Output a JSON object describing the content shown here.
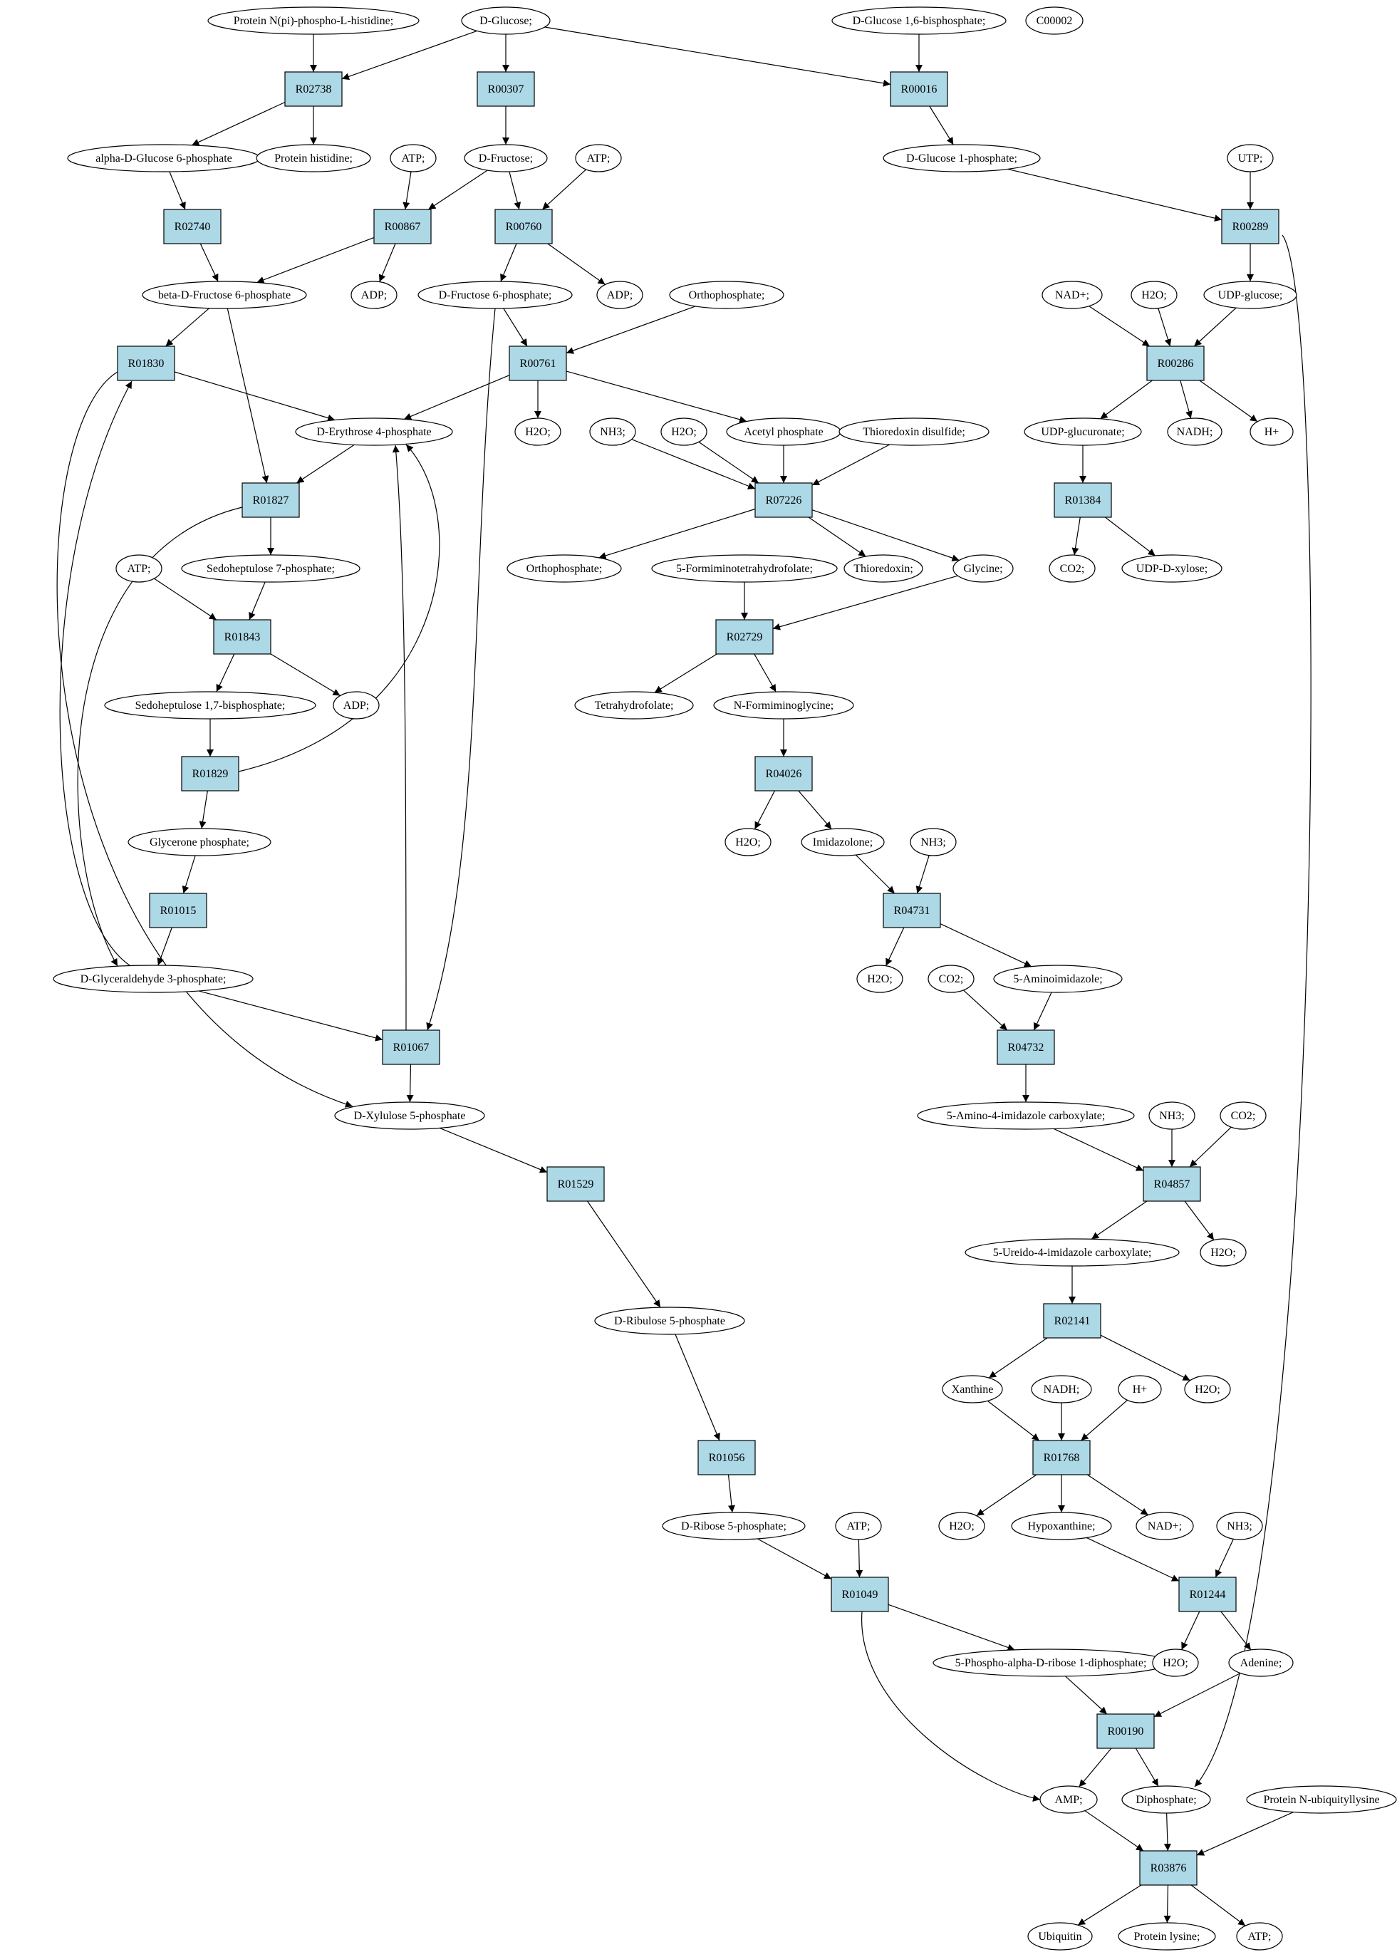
{
  "colors": {
    "reaction_fill": "#add8e6",
    "highlight_fill": "#00ff00",
    "query_fill": "#ffff00",
    "metabolite_fill": "#ffffff"
  },
  "nodes": [
    {
      "id": "m_protein_n_pi",
      "label": "Protein N(pi)-phospho-L-histidine;",
      "kind": "metabolite"
    },
    {
      "id": "m_d_glucose",
      "label": "D-Glucose;",
      "kind": "metabolite",
      "fill": "#00ff00"
    },
    {
      "id": "m_d_glucose_16bp",
      "label": "D-Glucose 1,6-bisphosphate;",
      "kind": "metabolite"
    },
    {
      "id": "m_c00002",
      "label": "C00002",
      "kind": "metabolite",
      "fill": "#ffff00"
    },
    {
      "id": "r_R02738",
      "label": "R02738",
      "kind": "reaction"
    },
    {
      "id": "r_R00307",
      "label": "R00307",
      "kind": "reaction"
    },
    {
      "id": "r_R00016",
      "label": "R00016",
      "kind": "reaction"
    },
    {
      "id": "m_ad_glucose_6p",
      "label": "alpha-D-Glucose 6-phosphate",
      "kind": "metabolite"
    },
    {
      "id": "m_protein_histidine",
      "label": "Protein histidine;",
      "kind": "metabolite"
    },
    {
      "id": "m_atp_1",
      "label": "ATP;",
      "kind": "metabolite"
    },
    {
      "id": "m_d_fructose",
      "label": "D-Fructose;",
      "kind": "metabolite"
    },
    {
      "id": "m_atp_2",
      "label": "ATP;",
      "kind": "metabolite"
    },
    {
      "id": "m_d_glucose_1p",
      "label": "D-Glucose 1-phosphate;",
      "kind": "metabolite"
    },
    {
      "id": "m_utp",
      "label": "UTP;",
      "kind": "metabolite"
    },
    {
      "id": "r_R02740",
      "label": "R02740",
      "kind": "reaction"
    },
    {
      "id": "r_R00867",
      "label": "R00867",
      "kind": "reaction"
    },
    {
      "id": "r_R00760",
      "label": "R00760",
      "kind": "reaction"
    },
    {
      "id": "r_R00289",
      "label": "R00289",
      "kind": "reaction"
    },
    {
      "id": "m_bd_fructose_6p",
      "label": "beta-D-Fructose 6-phosphate",
      "kind": "metabolite"
    },
    {
      "id": "m_adp_1",
      "label": "ADP;",
      "kind": "metabolite"
    },
    {
      "id": "m_d_fructose_6p",
      "label": "D-Fructose 6-phosphate;",
      "kind": "metabolite"
    },
    {
      "id": "m_adp_2",
      "label": "ADP;",
      "kind": "metabolite"
    },
    {
      "id": "m_orthophosphate_1",
      "label": "Orthophosphate;",
      "kind": "metabolite"
    },
    {
      "id": "m_nad_plus_1",
      "label": "NAD+;",
      "kind": "metabolite"
    },
    {
      "id": "m_h2o_1",
      "label": "H2O;",
      "kind": "metabolite"
    },
    {
      "id": "m_udp_glucose",
      "label": "UDP-glucose;",
      "kind": "metabolite"
    },
    {
      "id": "r_R01830",
      "label": "R01830",
      "kind": "reaction"
    },
    {
      "id": "r_R00761",
      "label": "R00761",
      "kind": "reaction"
    },
    {
      "id": "r_R00286",
      "label": "R00286",
      "kind": "reaction"
    },
    {
      "id": "m_d_erythrose_4p",
      "label": "D-Erythrose 4-phosphate",
      "kind": "metabolite"
    },
    {
      "id": "m_h2o_2",
      "label": "H2O;",
      "kind": "metabolite"
    },
    {
      "id": "m_nh3_1",
      "label": "NH3;",
      "kind": "metabolite"
    },
    {
      "id": "m_h2o_3",
      "label": "H2O;",
      "kind": "metabolite"
    },
    {
      "id": "m_acetyl_phosphate",
      "label": "Acetyl phosphate",
      "kind": "metabolite"
    },
    {
      "id": "m_thioredoxin_disulfide",
      "label": "Thioredoxin disulfide;",
      "kind": "metabolite"
    },
    {
      "id": "m_udp_glucuronate",
      "label": "UDP-glucuronate;",
      "kind": "metabolite"
    },
    {
      "id": "m_nadh_1",
      "label": "NADH;",
      "kind": "metabolite"
    },
    {
      "id": "m_h_plus_1",
      "label": "H+",
      "kind": "metabolite"
    },
    {
      "id": "r_R01827",
      "label": "R01827",
      "kind": "reaction"
    },
    {
      "id": "r_R07226",
      "label": "R07226",
      "kind": "reaction"
    },
    {
      "id": "r_R01384",
      "label": "R01384",
      "kind": "reaction"
    },
    {
      "id": "m_atp_3",
      "label": "ATP;",
      "kind": "metabolite"
    },
    {
      "id": "m_sedoheptulose_7p",
      "label": "Sedoheptulose 7-phosphate;",
      "kind": "metabolite"
    },
    {
      "id": "m_orthophosphate_2",
      "label": "Orthophosphate;",
      "kind": "metabolite"
    },
    {
      "id": "m_5_formiminothf",
      "label": "5-Formiminotetrahydrofolate;",
      "kind": "metabolite"
    },
    {
      "id": "m_thioredoxin",
      "label": "Thioredoxin;",
      "kind": "metabolite"
    },
    {
      "id": "m_glycine",
      "label": "Glycine;",
      "kind": "metabolite"
    },
    {
      "id": "m_co2_1",
      "label": "CO2;",
      "kind": "metabolite"
    },
    {
      "id": "m_udp_d_xylose",
      "label": "UDP-D-xylose;",
      "kind": "metabolite"
    },
    {
      "id": "r_R01843",
      "label": "R01843",
      "kind": "reaction"
    },
    {
      "id": "r_R02729",
      "label": "R02729",
      "kind": "reaction"
    },
    {
      "id": "m_sedoheptulose_17bp",
      "label": "Sedoheptulose 1,7-bisphosphate;",
      "kind": "metabolite"
    },
    {
      "id": "m_adp_3",
      "label": "ADP;",
      "kind": "metabolite"
    },
    {
      "id": "m_tetrahydrofolate",
      "label": "Tetrahydrofolate;",
      "kind": "metabolite"
    },
    {
      "id": "m_n_formiminoglycine",
      "label": "N-Formiminoglycine;",
      "kind": "metabolite"
    },
    {
      "id": "r_R01829",
      "label": "R01829",
      "kind": "reaction"
    },
    {
      "id": "r_R04026",
      "label": "R04026",
      "kind": "reaction"
    },
    {
      "id": "m_glycerone_phosphate",
      "label": "Glycerone phosphate;",
      "kind": "metabolite"
    },
    {
      "id": "m_h2o_4",
      "label": "H2O;",
      "kind": "metabolite"
    },
    {
      "id": "m_imidazolone",
      "label": "Imidazolone;",
      "kind": "metabolite"
    },
    {
      "id": "m_nh3_2",
      "label": "NH3;",
      "kind": "metabolite"
    },
    {
      "id": "r_R01015",
      "label": "R01015",
      "kind": "reaction"
    },
    {
      "id": "r_R04731",
      "label": "R04731",
      "kind": "reaction"
    },
    {
      "id": "m_d_glyceraldehyde_3p",
      "label": "D-Glyceraldehyde 3-phosphate;",
      "kind": "metabolite"
    },
    {
      "id": "m_h2o_5",
      "label": "H2O;",
      "kind": "metabolite"
    },
    {
      "id": "m_co2_2",
      "label": "CO2;",
      "kind": "metabolite"
    },
    {
      "id": "m_5_aminoimidazole",
      "label": "5-Aminoimidazole;",
      "kind": "metabolite"
    },
    {
      "id": "r_R01067",
      "label": "R01067",
      "kind": "reaction"
    },
    {
      "id": "r_R04732",
      "label": "R04732",
      "kind": "reaction"
    },
    {
      "id": "m_d_xylulose_5p",
      "label": "D-Xylulose 5-phosphate",
      "kind": "metabolite"
    },
    {
      "id": "m_5_amino_4_imid_carb",
      "label": "5-Amino-4-imidazole carboxylate;",
      "kind": "metabolite"
    },
    {
      "id": "m_nh3_3",
      "label": "NH3;",
      "kind": "metabolite"
    },
    {
      "id": "m_co2_3",
      "label": "CO2;",
      "kind": "metabolite"
    },
    {
      "id": "r_R01529",
      "label": "R01529",
      "kind": "reaction"
    },
    {
      "id": "r_R04857",
      "label": "R04857",
      "kind": "reaction"
    },
    {
      "id": "m_5_ureido_4_imid_carb",
      "label": "5-Ureido-4-imidazole carboxylate;",
      "kind": "metabolite"
    },
    {
      "id": "m_h2o_6",
      "label": "H2O;",
      "kind": "metabolite"
    },
    {
      "id": "m_d_ribulose_5p",
      "label": "D-Ribulose 5-phosphate",
      "kind": "metabolite"
    },
    {
      "id": "r_R02141",
      "label": "R02141",
      "kind": "reaction"
    },
    {
      "id": "m_xanthine",
      "label": "Xanthine",
      "kind": "metabolite"
    },
    {
      "id": "m_nadh_2",
      "label": "NADH;",
      "kind": "metabolite"
    },
    {
      "id": "m_h_plus_2",
      "label": "H+",
      "kind": "metabolite"
    },
    {
      "id": "m_h2o_7",
      "label": "H2O;",
      "kind": "metabolite"
    },
    {
      "id": "r_R01056",
      "label": "R01056",
      "kind": "reaction"
    },
    {
      "id": "r_R01768",
      "label": "R01768",
      "kind": "reaction"
    },
    {
      "id": "m_d_ribose_5p",
      "label": "D-Ribose 5-phosphate;",
      "kind": "metabolite"
    },
    {
      "id": "m_atp_4",
      "label": "ATP;",
      "kind": "metabolite"
    },
    {
      "id": "m_h2o_8",
      "label": "H2O;",
      "kind": "metabolite"
    },
    {
      "id": "m_hypoxanthine",
      "label": "Hypoxanthine;",
      "kind": "metabolite"
    },
    {
      "id": "m_nad_plus_2",
      "label": "NAD+;",
      "kind": "metabolite"
    },
    {
      "id": "m_nh3_4",
      "label": "NH3;",
      "kind": "metabolite"
    },
    {
      "id": "r_R01049",
      "label": "R01049",
      "kind": "reaction"
    },
    {
      "id": "r_R01244",
      "label": "R01244",
      "kind": "reaction"
    },
    {
      "id": "m_5_phospho_ribose_dp",
      "label": "5-Phospho-alpha-D-ribose 1-diphosphate;",
      "kind": "metabolite"
    },
    {
      "id": "m_h2o_9",
      "label": "H2O;",
      "kind": "metabolite"
    },
    {
      "id": "m_adenine",
      "label": "Adenine;",
      "kind": "metabolite"
    },
    {
      "id": "r_R00190",
      "label": "R00190",
      "kind": "reaction"
    },
    {
      "id": "m_amp",
      "label": "AMP;",
      "kind": "metabolite"
    },
    {
      "id": "m_diphosphate",
      "label": "Diphosphate;",
      "kind": "metabolite"
    },
    {
      "id": "m_protein_n_ubiq",
      "label": "Protein N-ubiquityllysine",
      "kind": "metabolite"
    },
    {
      "id": "r_R03876",
      "label": "R03876",
      "kind": "reaction"
    },
    {
      "id": "m_ubiquitin",
      "label": "Ubiquitin",
      "kind": "metabolite"
    },
    {
      "id": "m_protein_lysine",
      "label": "Protein lysine;",
      "kind": "metabolite"
    },
    {
      "id": "m_atp_5",
      "label": "ATP;",
      "kind": "metabolite"
    }
  ],
  "edges": [
    [
      "m_protein_n_pi",
      "r_R02738"
    ],
    [
      "m_d_glucose",
      "r_R02738"
    ],
    [
      "m_d_glucose",
      "r_R00307"
    ],
    [
      "m_d_glucose",
      "r_R00016"
    ],
    [
      "m_d_glucose_16bp",
      "r_R00016"
    ],
    [
      "r_R02738",
      "m_ad_glucose_6p"
    ],
    [
      "r_R02738",
      "m_protein_histidine"
    ],
    [
      "r_R00307",
      "m_d_fructose"
    ],
    [
      "r_R00016",
      "m_d_glucose_1p"
    ],
    [
      "m_ad_glucose_6p",
      "r_R02740"
    ],
    [
      "m_atp_1",
      "r_R00867"
    ],
    [
      "m_d_fructose",
      "r_R00867"
    ],
    [
      "m_d_fructose",
      "r_R00760"
    ],
    [
      "m_atp_2",
      "r_R00760"
    ],
    [
      "m_d_glucose_1p",
      "r_R00289"
    ],
    [
      "m_utp",
      "r_R00289"
    ],
    [
      "r_R02740",
      "m_bd_fructose_6p"
    ],
    [
      "r_R00867",
      "m_bd_fructose_6p"
    ],
    [
      "r_R00867",
      "m_adp_1"
    ],
    [
      "r_R00760",
      "m_d_fructose_6p"
    ],
    [
      "r_R00760",
      "m_adp_2"
    ],
    [
      "r_R00289",
      "m_udp_glucose"
    ],
    [
      "r_R00289",
      "m_diphosphate"
    ],
    [
      "m_bd_fructose_6p",
      "r_R01830"
    ],
    [
      "m_bd_fructose_6p",
      "r_R01827"
    ],
    [
      "m_d_fructose_6p",
      "r_R00761"
    ],
    [
      "m_d_fructose_6p",
      "r_R01067"
    ],
    [
      "m_orthophosphate_1",
      "r_R00761"
    ],
    [
      "m_nad_plus_1",
      "r_R00286"
    ],
    [
      "m_h2o_1",
      "r_R00286"
    ],
    [
      "m_udp_glucose",
      "r_R00286"
    ],
    [
      "r_R01830",
      "m_d_erythrose_4p"
    ],
    [
      "r_R01830",
      "m_d_xylulose_5p"
    ],
    [
      "r_R00761",
      "m_d_erythrose_4p"
    ],
    [
      "r_R00761",
      "m_h2o_2"
    ],
    [
      "r_R00761",
      "m_acetyl_phosphate"
    ],
    [
      "r_R00286",
      "m_udp_glucuronate"
    ],
    [
      "r_R00286",
      "m_nadh_1"
    ],
    [
      "r_R00286",
      "m_h_plus_1"
    ],
    [
      "m_d_erythrose_4p",
      "r_R01827"
    ],
    [
      "m_nh3_1",
      "r_R07226"
    ],
    [
      "m_h2o_3",
      "r_R07226"
    ],
    [
      "m_acetyl_phosphate",
      "r_R07226"
    ],
    [
      "m_thioredoxin_disulfide",
      "r_R07226"
    ],
    [
      "m_udp_glucuronate",
      "r_R01384"
    ],
    [
      "r_R01827",
      "m_sedoheptulose_7p"
    ],
    [
      "r_R01827",
      "m_d_glyceraldehyde_3p"
    ],
    [
      "r_R07226",
      "m_orthophosphate_2"
    ],
    [
      "r_R07226",
      "m_thioredoxin"
    ],
    [
      "r_R07226",
      "m_glycine"
    ],
    [
      "r_R01384",
      "m_co2_1"
    ],
    [
      "r_R01384",
      "m_udp_d_xylose"
    ],
    [
      "m_atp_3",
      "r_R01843"
    ],
    [
      "m_sedoheptulose_7p",
      "r_R01843"
    ],
    [
      "m_5_formiminothf",
      "r_R02729"
    ],
    [
      "m_glycine",
      "r_R02729"
    ],
    [
      "r_R01843",
      "m_sedoheptulose_17bp"
    ],
    [
      "r_R01843",
      "m_adp_3"
    ],
    [
      "r_R02729",
      "m_tetrahydrofolate"
    ],
    [
      "r_R02729",
      "m_n_formiminoglycine"
    ],
    [
      "m_sedoheptulose_17bp",
      "r_R01829"
    ],
    [
      "m_n_formiminoglycine",
      "r_R04026"
    ],
    [
      "r_R01829",
      "m_glycerone_phosphate"
    ],
    [
      "r_R01829",
      "m_d_erythrose_4p"
    ],
    [
      "r_R04026",
      "m_h2o_4"
    ],
    [
      "r_R04026",
      "m_imidazolone"
    ],
    [
      "m_glycerone_phosphate",
      "r_R01015"
    ],
    [
      "m_imidazolone",
      "r_R04731"
    ],
    [
      "m_nh3_2",
      "r_R04731"
    ],
    [
      "r_R01015",
      "m_d_glyceraldehyde_3p"
    ],
    [
      "m_d_glyceraldehyde_3p",
      "r_R01830"
    ],
    [
      "m_d_glyceraldehyde_3p",
      "r_R01067"
    ],
    [
      "r_R04731",
      "m_h2o_5"
    ],
    [
      "r_R04731",
      "m_5_aminoimidazole"
    ],
    [
      "m_co2_2",
      "r_R04732"
    ],
    [
      "m_5_aminoimidazole",
      "r_R04732"
    ],
    [
      "r_R01067",
      "m_d_erythrose_4p"
    ],
    [
      "r_R01067",
      "m_d_xylulose_5p"
    ],
    [
      "r_R04732",
      "m_5_amino_4_imid_carb"
    ],
    [
      "m_d_xylulose_5p",
      "r_R01529"
    ],
    [
      "m_5_amino_4_imid_carb",
      "r_R04857"
    ],
    [
      "m_nh3_3",
      "r_R04857"
    ],
    [
      "m_co2_3",
      "r_R04857"
    ],
    [
      "r_R01529",
      "m_d_ribulose_5p"
    ],
    [
      "r_R04857",
      "m_5_ureido_4_imid_carb"
    ],
    [
      "r_R04857",
      "m_h2o_6"
    ],
    [
      "m_d_ribulose_5p",
      "r_R01056"
    ],
    [
      "m_5_ureido_4_imid_carb",
      "r_R02141"
    ],
    [
      "r_R02141",
      "m_xanthine"
    ],
    [
      "r_R02141",
      "m_h2o_7"
    ],
    [
      "m_xanthine",
      "r_R01768"
    ],
    [
      "m_nadh_2",
      "r_R01768"
    ],
    [
      "m_h_plus_2",
      "r_R01768"
    ],
    [
      "r_R01056",
      "m_d_ribose_5p"
    ],
    [
      "r_R01768",
      "m_h2o_8"
    ],
    [
      "r_R01768",
      "m_hypoxanthine"
    ],
    [
      "r_R01768",
      "m_nad_plus_2"
    ],
    [
      "m_d_ribose_5p",
      "r_R01049"
    ],
    [
      "m_atp_4",
      "r_R01049"
    ],
    [
      "m_hypoxanthine",
      "r_R01244"
    ],
    [
      "m_nh3_4",
      "r_R01244"
    ],
    [
      "r_R01049",
      "m_5_phospho_ribose_dp"
    ],
    [
      "r_R01049",
      "m_amp"
    ],
    [
      "r_R01244",
      "m_h2o_9"
    ],
    [
      "r_R01244",
      "m_adenine"
    ],
    [
      "m_5_phospho_ribose_dp",
      "r_R00190"
    ],
    [
      "m_adenine",
      "r_R00190"
    ],
    [
      "r_R00190",
      "m_amp"
    ],
    [
      "r_R00190",
      "m_diphosphate"
    ],
    [
      "m_amp",
      "r_R03876"
    ],
    [
      "m_diphosphate",
      "r_R03876"
    ],
    [
      "m_protein_n_ubiq",
      "r_R03876"
    ],
    [
      "r_R03876",
      "m_ubiquitin"
    ],
    [
      "r_R03876",
      "m_protein_lysine"
    ],
    [
      "r_R03876",
      "m_atp_5"
    ]
  ]
}
